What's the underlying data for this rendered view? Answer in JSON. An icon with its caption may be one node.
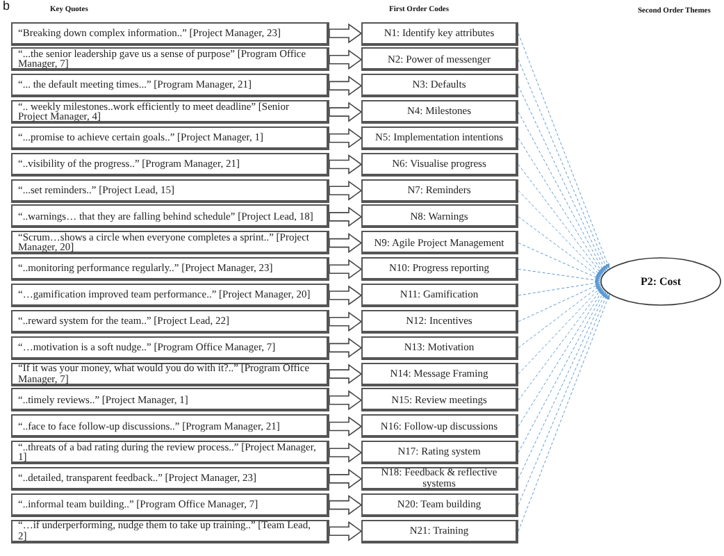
{
  "diagram": {
    "nodes": [
      {
        "text": [
          "“Breaking down complex information..” [Project Manager, 23]"
        ]
      },
      {
        "text": [
          "N1: Identify key attributes"
        ]
      },
      {
        "text": [
          "“...the senior leadership gave us a sense of purpose” [Program Office Manager, 7]"
        ]
      },
      {
        "text": [
          "N2: Power of messenger"
        ]
      },
      {
        "text": [
          "“... the default meeting times...” [Program Manager, 21]"
        ]
      },
      {
        "text": [
          "N3: Defaults"
        ]
      },
      {
        "text": [
          "“.. weekly milestones..work efficiently to meet deadline” [Senior Project Manager, 4]"
        ]
      },
      {
        "text": [
          "N4: Milestones"
        ]
      },
      {
        "text": [
          "“...promise to achieve certain goals..” [Project Manager, 1]"
        ]
      },
      {
        "text": [
          "N5: Implementation intentions"
        ]
      },
      {
        "text": [
          "“..visibility of the progress..” [Program Manager, 21]"
        ]
      },
      {
        "text": [
          "N6: Visualise progress"
        ]
      },
      {
        "text": [
          "“...set reminders..” [Project Lead, 15]"
        ]
      },
      {
        "text": [
          "N7: Reminders"
        ]
      },
      {
        "text": [
          "“..warnings… that they are falling behind schedule” [Project Lead, 18]"
        ]
      },
      {
        "text": [
          "N8: Warnings"
        ]
      },
      {
        "text": [
          "“Scrum…shows a circle when everyone completes a sprint..” [Project Manager, 20]"
        ]
      },
      {
        "text": [
          "N9: Agile Project Management"
        ]
      },
      {
        "text": [
          "“..monitoring performance regularly..” [Project Manager, 23]"
        ]
      },
      {
        "text": [
          "N10: Progress reporting"
        ]
      },
      {
        "text": [
          "“…gamification improved team performance..” [Project Manager, 20]"
        ]
      },
      {
        "text": [
          "N11: Gamification"
        ]
      },
      {
        "text": [
          "“..reward system for the team..” [Project Lead, 22]"
        ]
      },
      {
        "text": [
          "N12: Incentives"
        ]
      },
      {
        "text": [
          "“…motivation is a soft nudge..” [Program Office Manager, 7]"
        ]
      },
      {
        "text": [
          "N13: Motivation"
        ]
      },
      {
        "text": [
          "“If it was your money, what would you do with it?..” [Program Office Manager, 7]"
        ]
      },
      {
        "text": [
          "N14: Message Framing"
        ]
      },
      {
        "text": [
          "“..timely reviews..” [Project Manager, 1]"
        ]
      },
      {
        "text": [
          "N15: Review meetings"
        ]
      },
      {
        "text": [
          "“..face to face follow-up discussions..” [Program Manager, 21]"
        ]
      },
      {
        "text": [
          "N16: Follow-up discussions"
        ]
      },
      {
        "text": [
          "“..threats of a bad rating during the review process..” [Project Manager, 1]"
        ]
      },
      {
        "text": [
          "N17: Rating system"
        ]
      },
      {
        "text": [
          "“..detailed, transparent feedback..” [Project Manager, 23]"
        ]
      },
      {
        "text": [
          "N18: Feedback & reflective systems"
        ]
      },
      {
        "text": [
          "“..informal team building..” [Program Office Manager, 7]"
        ]
      },
      {
        "text": [
          "N20: Team building"
        ]
      },
      {
        "text": [
          "“…if underperforming, nudge them to take up training..” [Team Lead, 2]"
        ]
      },
      {
        "text": [
          "N21: Training"
        ]
      },
      {
        "text": [
          "P2: Cost"
        ]
      }
    ],
    "edges": [
      {
        "from": 0,
        "to": 1,
        "arrow": "to"
      },
      {
        "from": 2,
        "to": 3,
        "arrow": "to"
      },
      {
        "from": 4,
        "to": 5,
        "arrow": "to"
      },
      {
        "from": 6,
        "to": 7,
        "arrow": "to"
      },
      {
        "from": 8,
        "to": 9,
        "arrow": "to"
      },
      {
        "from": 10,
        "to": 11,
        "arrow": "to"
      },
      {
        "from": 12,
        "to": 13,
        "arrow": "to"
      },
      {
        "from": 14,
        "to": 15,
        "arrow": "to"
      },
      {
        "from": 16,
        "to": 17,
        "arrow": "to"
      },
      {
        "from": 18,
        "to": 19,
        "arrow": "to"
      },
      {
        "from": 20,
        "to": 21,
        "arrow": "to"
      },
      {
        "from": 22,
        "to": 23,
        "arrow": "to"
      },
      {
        "from": 24,
        "to": 25,
        "arrow": "to"
      },
      {
        "from": 26,
        "to": 27,
        "arrow": "to"
      },
      {
        "from": 28,
        "to": 29,
        "arrow": "to"
      },
      {
        "from": 30,
        "to": 31,
        "arrow": "to"
      },
      {
        "from": 32,
        "to": 33,
        "arrow": "to"
      },
      {
        "from": 34,
        "to": 35,
        "arrow": "to"
      },
      {
        "from": 36,
        "to": 37,
        "arrow": "to"
      },
      {
        "from": 38,
        "to": 39,
        "arrow": "to"
      },
      {
        "from": 1,
        "to": 40,
        "arrow": "to",
        "style": "dashed",
        "color": "#5b9bd5"
      },
      {
        "from": 3,
        "to": 40,
        "arrow": "to",
        "style": "dashed",
        "color": "#5b9bd5"
      },
      {
        "from": 5,
        "to": 40,
        "arrow": "to",
        "style": "dashed",
        "color": "#5b9bd5"
      },
      {
        "from": 7,
        "to": 40,
        "arrow": "to",
        "style": "dashed",
        "color": "#5b9bd5"
      },
      {
        "from": 9,
        "to": 40,
        "arrow": "to",
        "style": "dashed",
        "color": "#5b9bd5"
      },
      {
        "from": 11,
        "to": 40,
        "arrow": "to",
        "style": "dashed",
        "color": "#5b9bd5"
      },
      {
        "from": 13,
        "to": 40,
        "arrow": "to",
        "style": "dashed",
        "color": "#5b9bd5"
      },
      {
        "from": 15,
        "to": 40,
        "arrow": "to",
        "style": "dashed",
        "color": "#5b9bd5"
      },
      {
        "from": 17,
        "to": 40,
        "arrow": "to",
        "style": "dashed",
        "color": "#5b9bd5"
      },
      {
        "from": 19,
        "to": 40,
        "arrow": "to",
        "style": "dashed",
        "color": "#5b9bd5"
      },
      {
        "from": 21,
        "to": 40,
        "arrow": "to",
        "style": "dashed",
        "color": "#5b9bd5"
      },
      {
        "from": 23,
        "to": 40,
        "arrow": "to",
        "style": "dashed",
        "color": "#5b9bd5"
      },
      {
        "from": 25,
        "to": 40,
        "arrow": "to",
        "style": "dashed",
        "color": "#5b9bd5"
      },
      {
        "from": 27,
        "to": 40,
        "arrow": "to",
        "style": "dashed",
        "color": "#5b9bd5"
      },
      {
        "from": 29,
        "to": 40,
        "arrow": "to",
        "style": "dashed",
        "color": "#5b9bd5"
      },
      {
        "from": 31,
        "to": 40,
        "arrow": "to",
        "style": "dashed",
        "color": "#5b9bd5"
      },
      {
        "from": 33,
        "to": 40,
        "arrow": "to",
        "style": "dashed",
        "color": "#5b9bd5"
      },
      {
        "from": 35,
        "to": 40,
        "arrow": "to",
        "style": "dashed",
        "color": "#5b9bd5"
      },
      {
        "from": 37,
        "to": 40,
        "arrow": "to",
        "style": "dashed",
        "color": "#5b9bd5"
      },
      {
        "from": 39,
        "to": 40,
        "arrow": "to",
        "style": "dashed",
        "color": "#5b9bd5"
      }
    ],
    "labels": [
      "b",
      "Key Quotes",
      "First Order Codes",
      "Second Order Themes"
    ]
  }
}
